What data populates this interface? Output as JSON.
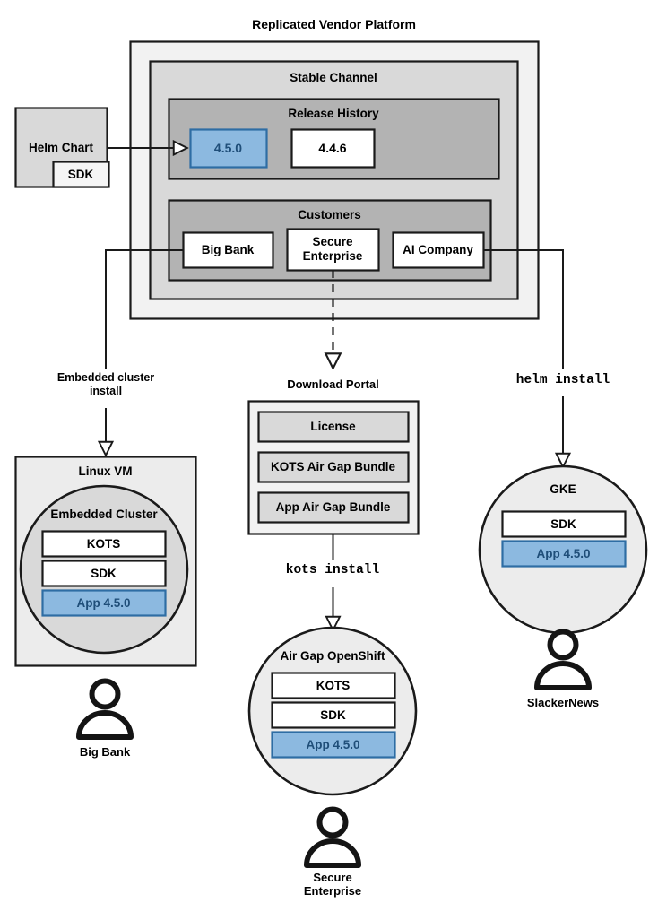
{
  "diagram": {
    "title": "Replicated Vendor Platform",
    "platform": {
      "channel_title": "Stable Channel",
      "release_history_title": "Release History",
      "releases": [
        {
          "version": "4.5.0",
          "highlighted": true
        },
        {
          "version": "4.4.6",
          "highlighted": false
        }
      ],
      "customers_title": "Customers",
      "customers": [
        "Big Bank",
        "Secure Enterprise",
        "AI Company"
      ]
    },
    "helm_chart": {
      "title": "Helm Chart",
      "sdk_label": "SDK"
    },
    "flows": {
      "embedded": "Embedded cluster\ninstall",
      "embedded_line1": "Embedded cluster",
      "embedded_line2": "install",
      "helm_install": "helm install",
      "kots_install": "kots install"
    },
    "download_portal": {
      "title": "Download Portal",
      "items": [
        "License",
        "KOTS Air Gap Bundle",
        "App Air Gap Bundle"
      ]
    },
    "targets": [
      {
        "name": "Linux VM",
        "inner_title": "Embedded Cluster",
        "components": [
          {
            "label": "KOTS",
            "highlighted": false
          },
          {
            "label": "SDK",
            "highlighted": false
          },
          {
            "label": "App 4.5.0",
            "highlighted": true
          }
        ],
        "actor": "Big Bank"
      },
      {
        "name": "Air Gap OpenShift",
        "components": [
          {
            "label": "KOTS",
            "highlighted": false
          },
          {
            "label": "SDK",
            "highlighted": false
          },
          {
            "label": "App 4.5.0",
            "highlighted": true
          }
        ],
        "actor_line1": "Secure",
        "actor_line2": "Enterprise"
      },
      {
        "name": "GKE",
        "components": [
          {
            "label": "SDK",
            "highlighted": false
          },
          {
            "label": "App 4.5.0",
            "highlighted": true
          }
        ],
        "actor": "SlackerNews"
      }
    ],
    "colors": {
      "outer_fill": "#f2f2f2",
      "channel_fill": "#d9d9d9",
      "inner_fill": "#b3b3b3",
      "box_fill": "#ffffff",
      "highlight_fill": "#8cb9e0",
      "highlight_stroke": "#2e6da4",
      "highlight_text": "#1f4e79",
      "stroke": "#1a1a1a",
      "circle_fill": "#ececec",
      "embedded_circle_fill": "#d9d9d9"
    }
  }
}
